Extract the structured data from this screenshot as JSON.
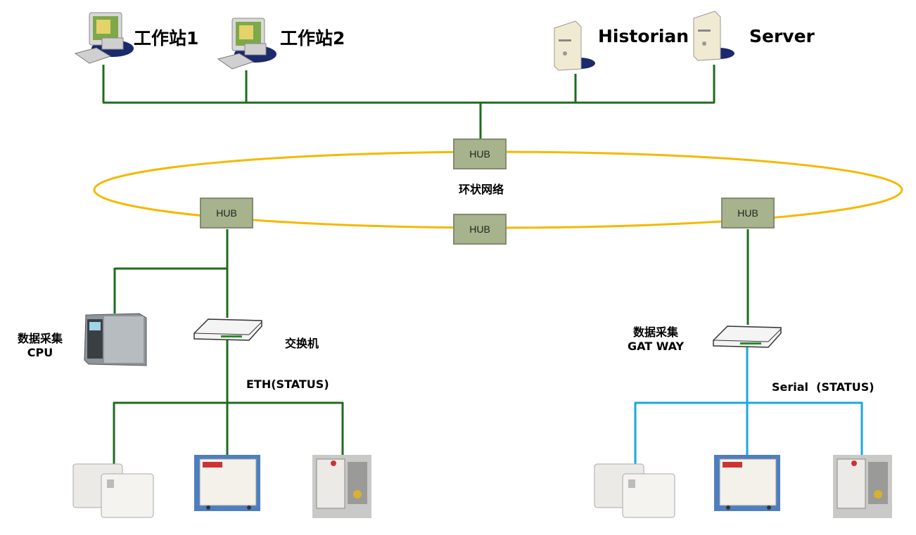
{
  "workstations": [
    {
      "label": "工作站1"
    },
    {
      "label": "工作站2"
    }
  ],
  "servers": [
    {
      "label": "Historian"
    },
    {
      "label": "Server"
    }
  ],
  "hubs": [
    {
      "label": "HUB"
    },
    {
      "label": "HUB"
    },
    {
      "label": "HUB"
    },
    {
      "label": "HUB"
    }
  ],
  "ring": {
    "label": "环状网络"
  },
  "left_branch": {
    "cpu_label_line1": "数据采集",
    "cpu_label_line2": "CPU",
    "switch_label": "交换机",
    "link_label": "ETH(STATUS)"
  },
  "right_branch": {
    "gateway_label_line1": "数据采集",
    "gateway_label_line2": "GAT WAY",
    "link_label": "Serial  (STATUS)"
  },
  "colors": {
    "backbone": "#1f6b1f",
    "ring": "#f5b800",
    "serial": "#1aa7e0",
    "hub_fill": "#a6b38c"
  },
  "devices": [
    "twin-vacuum-pump-icon",
    "blue-panel-pump-icon",
    "open-frame-pump-icon"
  ]
}
